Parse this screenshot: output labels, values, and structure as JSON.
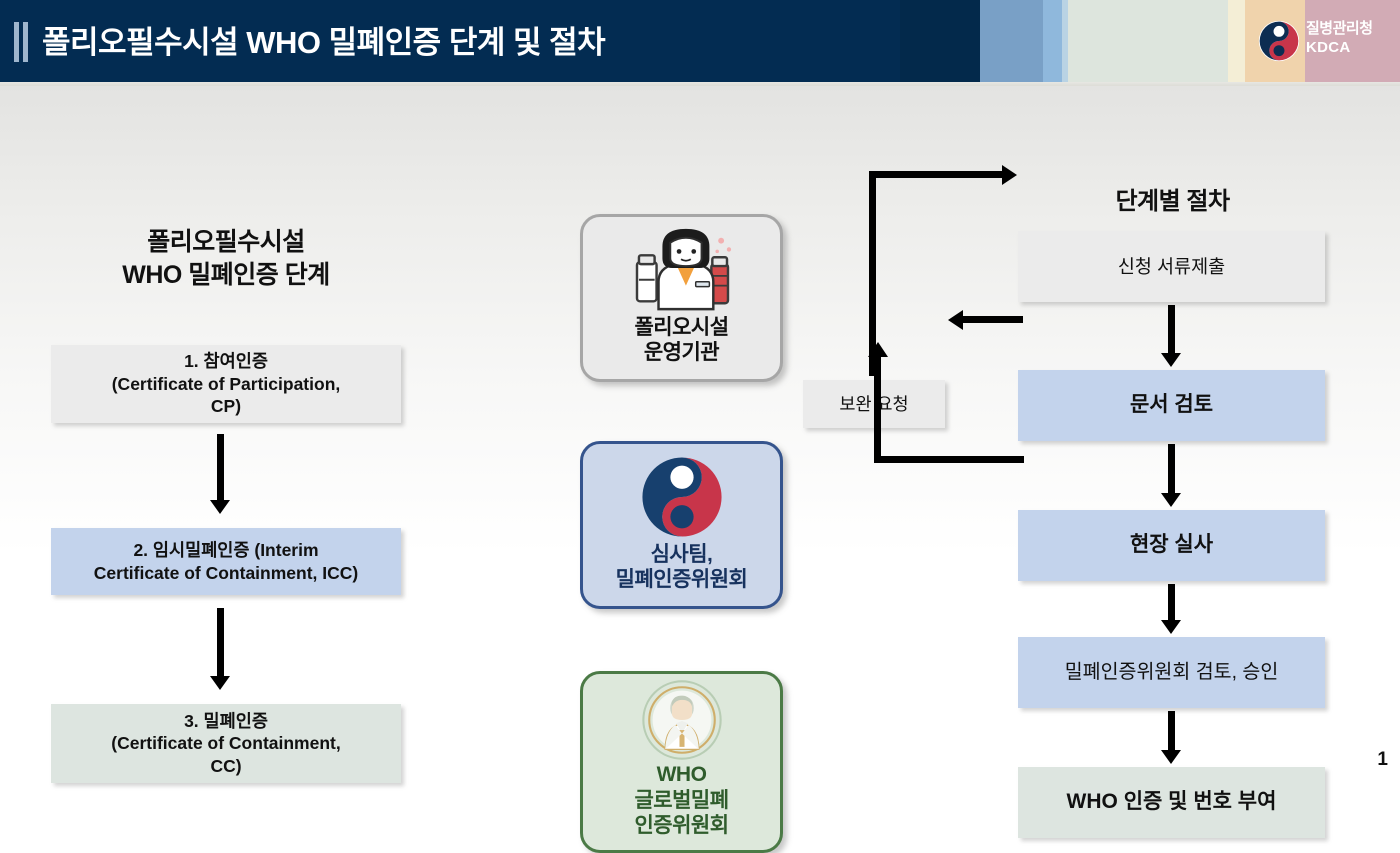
{
  "header": {
    "title": "폴리오필수시설 WHO 밀폐인증 단계 및 절차",
    "title_mark_icon": "double-bar-icon",
    "logo": {
      "icon": "kdca-taeguk-logo-icon",
      "korean_name": "질병관리청",
      "english_name": "KDCA"
    }
  },
  "left_column": {
    "heading_line1": "폴리오필수시설",
    "heading_line2": "WHO 밀폐인증 단계",
    "stages": [
      {
        "label": "1. 참여인증\n(Certificate of Participation,\nCP)",
        "color": "#ebebeb"
      },
      {
        "label": "2. 임시밀폐인증 (Interim\nCertificate of Containment, ICC)",
        "color": "#c3d3ec"
      },
      {
        "label": "3. 밀폐인증\n(Certificate of Containment,\nCC)",
        "color": "#dde5e0"
      }
    ],
    "arrow_icon": "down-arrow-icon"
  },
  "actors": [
    {
      "icon": "lab-scientist-icon",
      "label_line1": "폴리오시설",
      "label_line2": "운영기관",
      "border_color": "#a6a6a6",
      "fill_color": "#eaeaea",
      "text_color": "#111111"
    },
    {
      "icon": "korea-government-taeguk-icon",
      "label_line1": "심사팀,",
      "label_line2": "밀폐인증위원회",
      "border_color": "#35548d",
      "fill_color": "#ccd7ea",
      "text_color": "#17325e"
    },
    {
      "icon": "committee-person-badge-icon",
      "label_line1": "WHO",
      "label_line2": "글로벌밀폐",
      "label_line3": "인증위원회",
      "border_color": "#4b7a46",
      "fill_color": "#dde8db",
      "text_color": "#2f5c2c"
    }
  ],
  "right_column": {
    "heading": "단계별 절차",
    "steps": [
      {
        "label": "신청 서류제출",
        "color": "#ebebeb"
      },
      {
        "label": "문서 검토",
        "color": "#c3d3ec"
      },
      {
        "label": "현장 실사",
        "color": "#c3d3ec"
      },
      {
        "label": "밀폐인증위원회 검토, 승인",
        "color": "#c3d3ec"
      },
      {
        "label": "WHO 인증 및 번호 부여",
        "color": "#dde5e0"
      }
    ],
    "supplement_box": {
      "label": "보완 요청",
      "color": "#ebebeb"
    },
    "arrow_icons": [
      "down-arrow-icon",
      "left-arrow-icon",
      "right-arrow-icon",
      "up-arrow-icon"
    ]
  },
  "footer": {
    "page_number": "1"
  }
}
